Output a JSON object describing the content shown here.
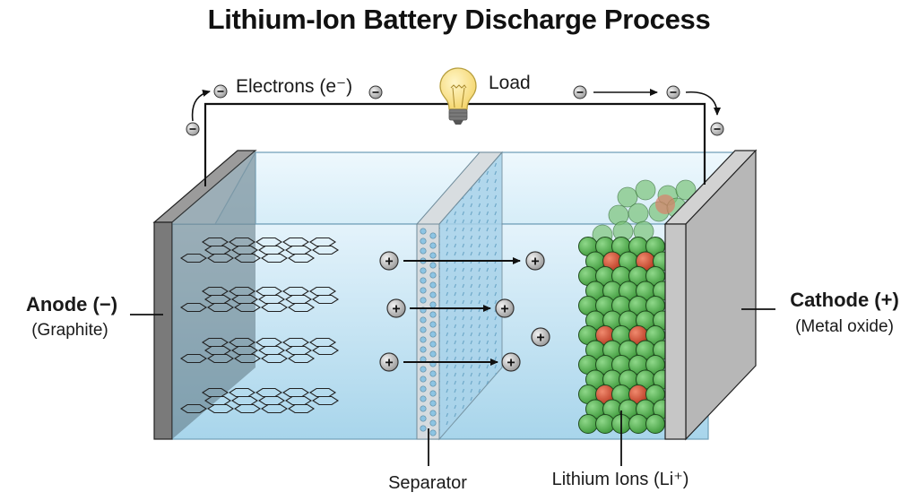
{
  "title": "Lithium-Ion Battery Discharge Process",
  "labels": {
    "electrons": "Electrons (e⁻)",
    "load": "Load",
    "anode": "Anode (−)",
    "anode_material": "(Graphite)",
    "cathode": "Cathode (+)",
    "cathode_material": "(Metal oxide)",
    "separator": "Separator",
    "lithium_ions": "Lithium Ions (Li⁺)"
  },
  "symbols": {
    "electron": "−",
    "ion": "+"
  },
  "colors": {
    "electrolyte_top": "#e3f2fa",
    "electrolyte_bottom": "#a9d6ec",
    "anode_plate": "#7a7a7a",
    "cathode_plate": "#bdbdbd",
    "cathode_green": "#5cb85c",
    "cathode_red": "#d9503a",
    "bulb": "#fbe68a",
    "particle": "#b9b9b9"
  },
  "diagram": {
    "graphite_layers": 4,
    "ions_moving": 3,
    "ions_free": 1,
    "electron_flow": "anode-to-cathode via load"
  }
}
